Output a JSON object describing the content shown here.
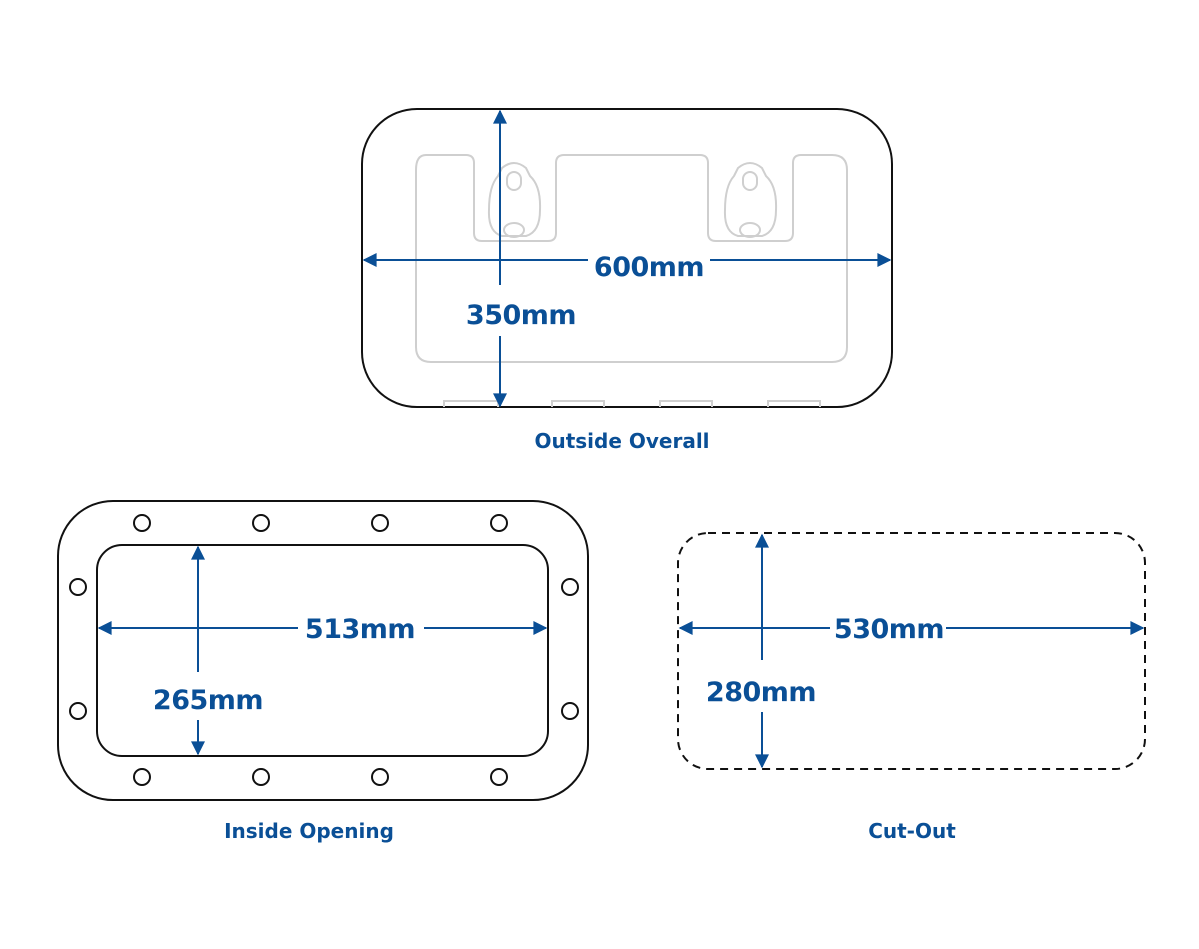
{
  "colors": {
    "accent": "#0a4f96",
    "outline": "#111111",
    "faint": "#cfcfcf"
  },
  "outside_overall": {
    "caption": "Outside Overall",
    "width_label": "600mm",
    "height_label": "350mm"
  },
  "inside_opening": {
    "caption": "Inside Opening",
    "width_label": "513mm",
    "height_label": "265mm"
  },
  "cut_out": {
    "caption": "Cut-Out",
    "width_label": "530mm",
    "height_label": "280mm"
  }
}
